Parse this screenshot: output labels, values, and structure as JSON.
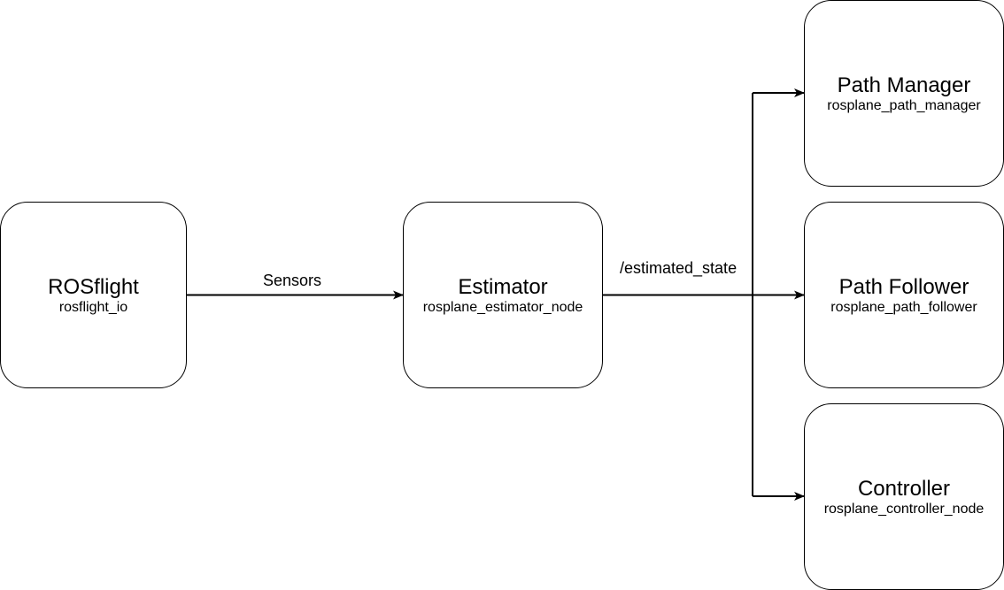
{
  "nodes": {
    "rosflight": {
      "title": "ROSflight",
      "subtitle": "rosflight_io"
    },
    "estimator": {
      "title": "Estimator",
      "subtitle": "rosplane_estimator_node"
    },
    "path_manager": {
      "title": "Path Manager",
      "subtitle": "rosplane_path_manager"
    },
    "path_follower": {
      "title": "Path Follower",
      "subtitle": "rosplane_path_follower"
    },
    "controller": {
      "title": "Controller",
      "subtitle": "rosplane_controller_node"
    }
  },
  "edges": {
    "sensors": {
      "label": "Sensors",
      "from": "rosflight",
      "to": "estimator"
    },
    "estimated_state": {
      "label": "/estimated_state",
      "from": "estimator",
      "to": [
        "path_manager",
        "path_follower",
        "controller"
      ]
    }
  },
  "colors": {
    "stroke": "#000000",
    "fill": "#ffffff"
  }
}
